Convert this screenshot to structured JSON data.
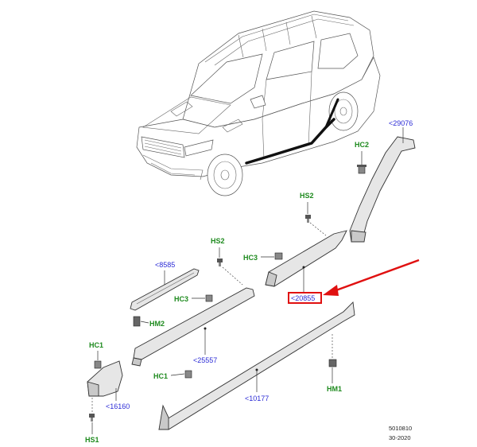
{
  "labels": {
    "sill_moulding": "<20855",
    "rear_moulding": "<29076",
    "front_moulding": "<25557",
    "lower_moulding": "<10177",
    "tread_plate": "<8585",
    "front_extension": "<16160"
  },
  "fasteners": {
    "hc2": "HC2",
    "hs2_upper": "HS2",
    "hs2_lower": "HS2",
    "hc3_upper": "HC3",
    "hc3_lower": "HC3",
    "hm2": "HM2",
    "hc1_left": "HC1",
    "hc1_mid": "HC1",
    "hm1": "HM1",
    "hs1": "HS1"
  },
  "reference": {
    "number": "5010810",
    "date": "30-2020"
  },
  "colors": {
    "label_blue": "#2b2bd6",
    "label_green": "#1e8a1e",
    "highlight_red": "#e01010"
  }
}
